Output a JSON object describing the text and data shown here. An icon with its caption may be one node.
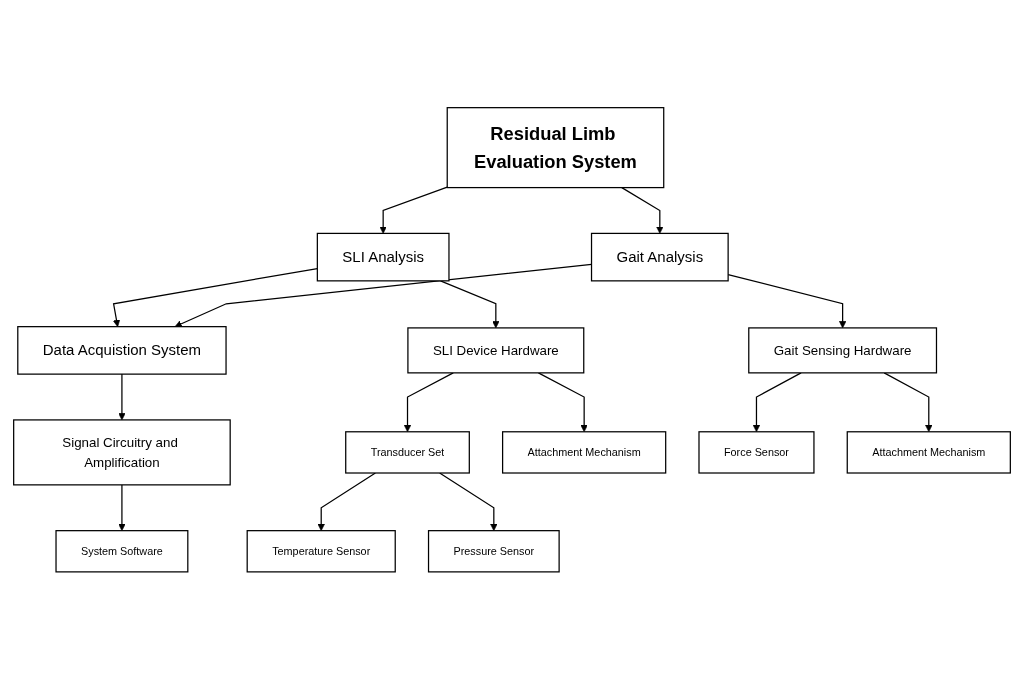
{
  "diagram": {
    "nodes": [
      {
        "text": [
          "Residual Limb Evaluation System"
        ]
      },
      {
        "text": [
          "SLI Analysis"
        ]
      },
      {
        "text": [
          "Data Acquistion System"
        ]
      },
      {
        "text": [
          "Gait Analysis"
        ]
      },
      {
        "text": [
          "SLI Device Hardware"
        ]
      },
      {
        "text": [
          "Signal Circuitry and Amplification"
        ]
      },
      {
        "text": [
          "Gait Sensing Hardware"
        ]
      },
      {
        "text": [
          "Transducer Set"
        ]
      },
      {
        "text": [
          "Attachment Mechanism"
        ]
      },
      {
        "text": [
          "System Software"
        ]
      },
      {
        "text": [
          "Force Sensor"
        ]
      },
      {
        "text": [
          "Attachment Mechanism"
        ]
      },
      {
        "text": [
          "Temperature Sensor"
        ]
      },
      {
        "text": [
          "Pressure Sensor"
        ]
      }
    ],
    "edges": [
      {
        "from": 0,
        "to": 1,
        "arrow": "to"
      },
      {
        "from": 0,
        "to": 3,
        "arrow": "to"
      },
      {
        "from": 1,
        "to": 2,
        "arrow": "to"
      },
      {
        "from": 3,
        "to": 2,
        "arrow": "to"
      },
      {
        "from": 1,
        "to": 4,
        "arrow": "to"
      },
      {
        "from": 2,
        "to": 5,
        "arrow": "to"
      },
      {
        "from": 3,
        "to": 6,
        "arrow": "to"
      },
      {
        "from": 4,
        "to": 7,
        "arrow": "to"
      },
      {
        "from": 4,
        "to": 8,
        "arrow": "to"
      },
      {
        "from": 5,
        "to": 9,
        "arrow": "to"
      },
      {
        "from": 6,
        "to": 10,
        "arrow": "to"
      },
      {
        "from": 6,
        "to": 11,
        "arrow": "to"
      },
      {
        "from": 7,
        "to": 12,
        "arrow": "to"
      },
      {
        "from": 7,
        "to": 13,
        "arrow": "to"
      }
    ]
  }
}
